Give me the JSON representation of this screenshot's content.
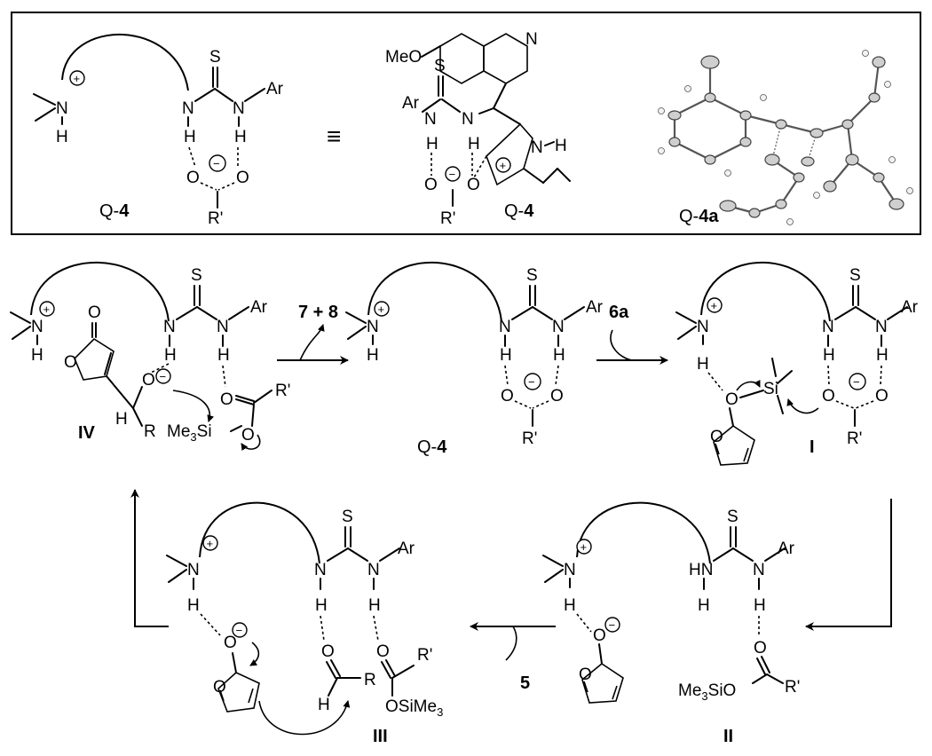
{
  "header": {
    "catalyst_label_left": {
      "prefix": "Q-",
      "num": "4"
    },
    "equivalence_symbol": "≡",
    "catalyst_label_middle": {
      "prefix": "Q-",
      "num": "4"
    },
    "crystal_label": {
      "prefix": "Q-",
      "num": "4a"
    },
    "methoxy": "MeO"
  },
  "atoms": {
    "N": "N",
    "H": "H",
    "S": "S",
    "O": "O",
    "Ar": "Ar",
    "R_prime": "R'",
    "R": "R",
    "HN": "HN",
    "Si": "Si",
    "Me3Si": "Me",
    "Me3Si_tail": "Si",
    "three": "3",
    "OSiMe3": "OSiMe",
    "Me3SiO": "Me",
    "Me3SiO_tail": "SiO",
    "plus": "+",
    "minus": "−"
  },
  "cycle": {
    "state_IV": "IV",
    "state_Q4": {
      "prefix": "Q-",
      "num": "4"
    },
    "state_I": "I",
    "state_II": "II",
    "state_III": "III",
    "reagent_products": "7 + 8",
    "reagent_6a": "6a",
    "reagent_5": "5"
  }
}
